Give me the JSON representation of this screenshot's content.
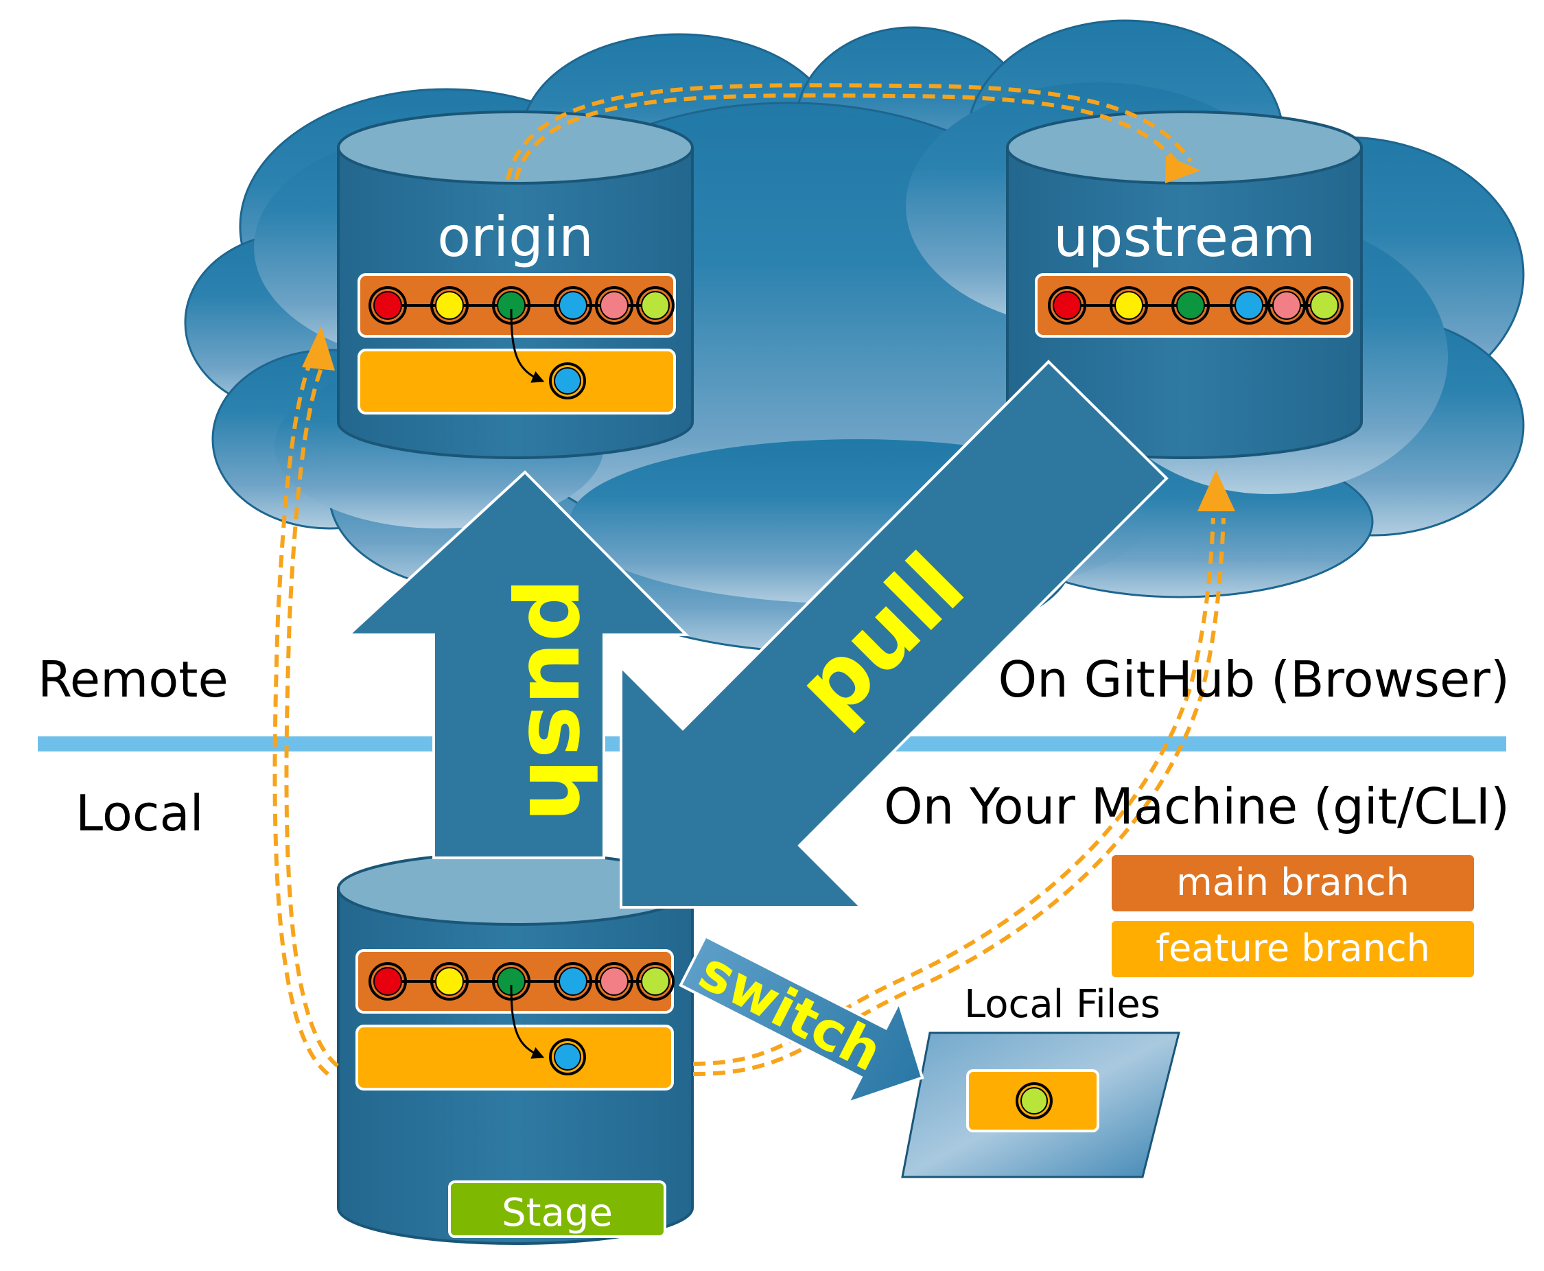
{
  "labels": {
    "origin": "origin",
    "upstream": "upstream",
    "remote": "Remote",
    "local": "Local",
    "on_github": "On GitHub (Browser)",
    "on_machine": "On Your Machine (git/CLI)",
    "local_files": "Local Files",
    "stage": "Stage"
  },
  "arrows": {
    "push": "push",
    "pull": "pull",
    "switch": "switch"
  },
  "legend": {
    "main": "main branch",
    "feature": "feature branch"
  },
  "commit_colors": [
    "#e8000f",
    "#ffee00",
    "#0c9640",
    "#1ea7e6",
    "#f37f86",
    "#b9e53a"
  ],
  "feature_commit_color": "#1ea7e6",
  "local_file_commit_color": "#b9e53a",
  "colors": {
    "cloud": "#2b7fa9",
    "cylinder": "#2e78a0",
    "main_branch": "#e07422",
    "feature_branch": "#ffad00",
    "stage": "#7fb800",
    "dashed_arrow": "#f7a41c",
    "label_text_yellow": "#ffff00",
    "separator": "#6ec0ea"
  }
}
